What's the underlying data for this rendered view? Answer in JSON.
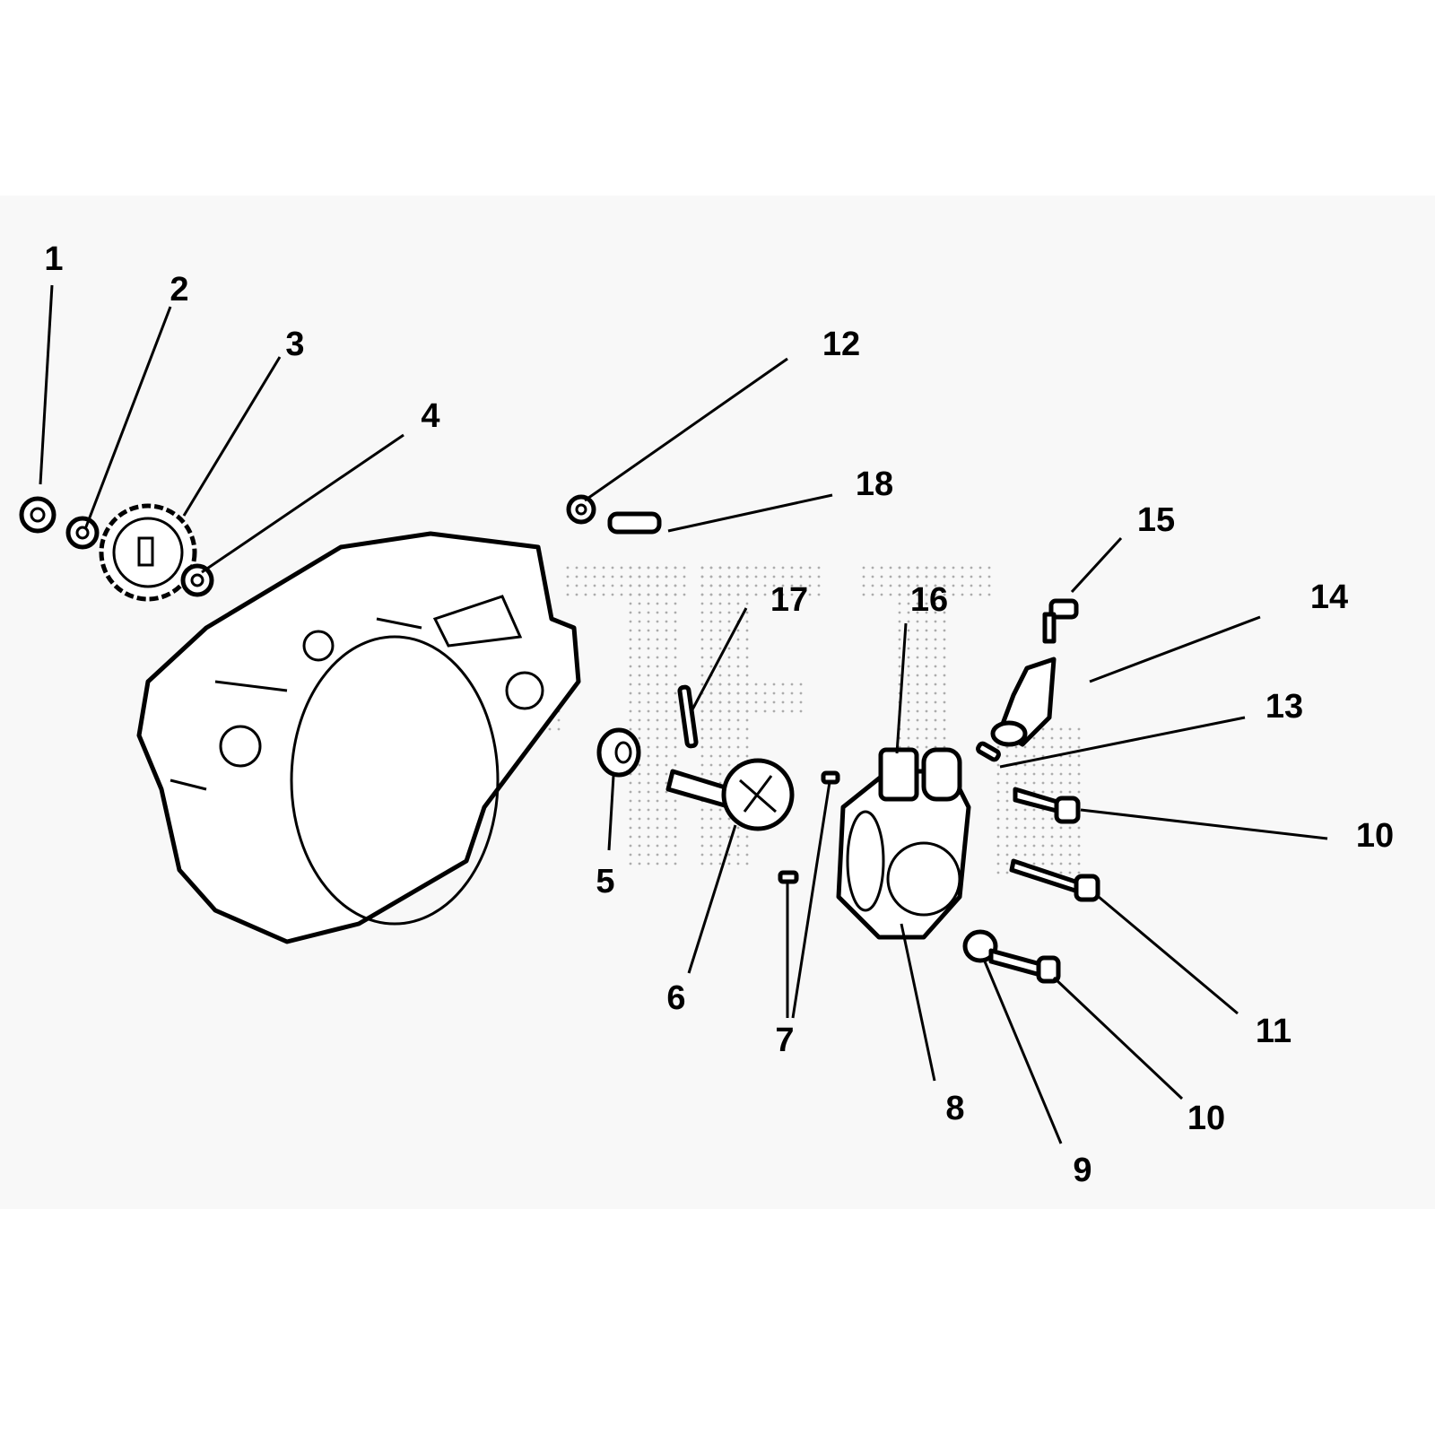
{
  "diagram": {
    "type": "exploded parts diagram",
    "background_color": "#f8f8f8",
    "callouts": [
      {
        "id": "c1",
        "label": "1"
      },
      {
        "id": "c2",
        "label": "2"
      },
      {
        "id": "c3",
        "label": "3"
      },
      {
        "id": "c4",
        "label": "4"
      },
      {
        "id": "c5",
        "label": "5"
      },
      {
        "id": "c6",
        "label": "6"
      },
      {
        "id": "c7",
        "label": "7"
      },
      {
        "id": "c8",
        "label": "8"
      },
      {
        "id": "c9",
        "label": "9"
      },
      {
        "id": "c10a",
        "label": "10"
      },
      {
        "id": "c10b",
        "label": "10"
      },
      {
        "id": "c11",
        "label": "11"
      },
      {
        "id": "c12",
        "label": "12"
      },
      {
        "id": "c13",
        "label": "13"
      },
      {
        "id": "c14",
        "label": "14"
      },
      {
        "id": "c15",
        "label": "15"
      },
      {
        "id": "c16",
        "label": "16"
      },
      {
        "id": "c17",
        "label": "17"
      },
      {
        "id": "c18",
        "label": "18"
      }
    ]
  }
}
